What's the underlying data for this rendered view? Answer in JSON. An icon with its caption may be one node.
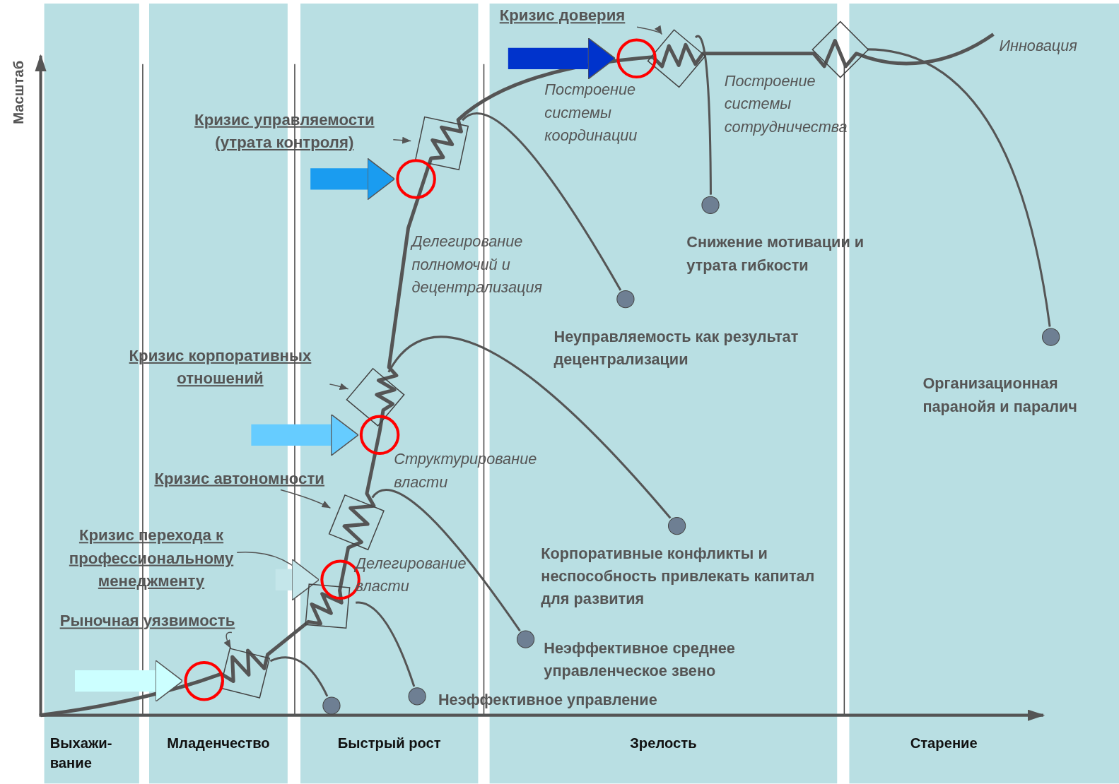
{
  "diagram": {
    "nodes": [
      {
        "text": [
          "Кризис доверия"
        ]
      },
      {
        "text": [
          "Кризис управляемости (утрата контроля)"
        ]
      },
      {
        "text": [
          "Кризис корпоративных отношений"
        ]
      },
      {
        "text": [
          "Кризис автономности"
        ]
      },
      {
        "text": [
          "Кризис перехода к профессиональному менеджменту"
        ]
      },
      {
        "text": [
          "Рыночная уязвимость"
        ]
      },
      {
        "text": [],
        "shape": "diamond"
      },
      {
        "text": [],
        "shape": "diamond"
      },
      {
        "text": [],
        "shape": "diamond"
      },
      {
        "text": [],
        "shape": "diamond"
      },
      {
        "text": [],
        "shape": "diamond"
      },
      {
        "text": [],
        "shape": "diamond"
      },
      {
        "text": [],
        "shape": "diamond"
      },
      {
        "text": [],
        "shape": "circle"
      },
      {
        "text": [],
        "shape": "circle"
      },
      {
        "text": [],
        "shape": "circle"
      },
      {
        "text": [],
        "shape": "circle"
      },
      {
        "text": [],
        "shape": "circle"
      },
      {
        "text": [],
        "shape": "circle",
        "beside": [
          "Снижение мотивации и утрата гибкости"
        ]
      },
      {
        "text": [],
        "shape": "circle",
        "beside": [
          "Неуправляемость как результат децентрализации"
        ]
      },
      {
        "text": [],
        "shape": "circle",
        "beside": [
          "Организационная паранойя и паралич"
        ]
      },
      {
        "text": [],
        "shape": "circle",
        "beside": [
          "Корпоративные конфликты и неспособность привлекать капитал для развития"
        ]
      },
      {
        "text": [],
        "shape": "circle",
        "beside": [
          "Неэффективное среднее управленческое звено"
        ]
      },
      {
        "text": [],
        "shape": "circle",
        "beside": [
          "Неэффективное управление"
        ]
      },
      {
        "text": [],
        "shape": "circle"
      }
    ],
    "edges": [
      {
        "from": 0,
        "to": 6,
        "arrow": "to"
      },
      {
        "from": 1,
        "to": 8,
        "arrow": "to"
      },
      {
        "from": 2,
        "to": 9,
        "arrow": "to"
      },
      {
        "from": 3,
        "to": 10,
        "arrow": "to"
      },
      {
        "from": 4,
        "to": 11,
        "arrow": "to"
      },
      {
        "from": 5,
        "to": 12,
        "arrow": "to"
      },
      {
        "from": null,
        "to": 13,
        "arrow": "to",
        "style": "thick",
        "color": "#0033cc"
      },
      {
        "from": null,
        "to": 14,
        "arrow": "to",
        "style": "thick",
        "color": "#1a9cf0"
      },
      {
        "from": null,
        "to": 15,
        "arrow": "to",
        "style": "thick",
        "color": "#66ccff"
      },
      {
        "from": null,
        "to": 16,
        "arrow": "to",
        "style": "thick",
        "color": "#c4e6ea"
      },
      {
        "from": null,
        "to": 17,
        "arrow": "to",
        "style": "thick",
        "color": "#ccffff"
      },
      {
        "from": 12,
        "to": 24,
        "arrow": "none"
      },
      {
        "from": 11,
        "to": 23,
        "arrow": "none"
      },
      {
        "from": 10,
        "to": 22,
        "arrow": "none"
      },
      {
        "from": 9,
        "to": 21,
        "arrow": "none"
      },
      {
        "from": 8,
        "to": 19,
        "arrow": "none"
      },
      {
        "from": 6,
        "to": 18,
        "arrow": "none"
      },
      {
        "from": 7,
        "to": 20,
        "arrow": "none"
      }
    ],
    "labels": [
      "Масштаб",
      "Инновация",
      "Построение системы координации",
      "Построение системы сотрудничества",
      "Делегирование полномочий и децентрализация",
      "Структурирование власти",
      "Делегирование власти",
      "Выхажи-вание",
      "Младенчество",
      "Быстрый рост",
      "Зрелость",
      "Старение"
    ]
  }
}
